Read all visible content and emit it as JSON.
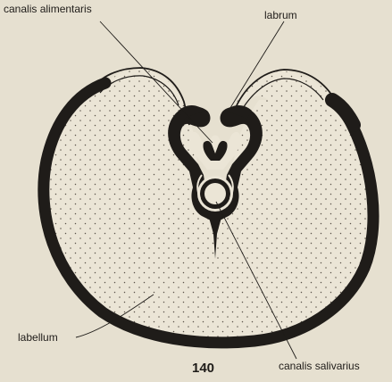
{
  "labels": {
    "canalis_alimentaris": "canalis alimentaris",
    "labrum": "labrum",
    "labellum": "labellum",
    "canalis_salivarius": "canalis salivarius"
  },
  "page_number": "140",
  "colors": {
    "paper": "#e6e0d0",
    "ink": "#1f1c19",
    "tissue_fill": "#ebe5d6",
    "stipple": "#5a534a"
  }
}
